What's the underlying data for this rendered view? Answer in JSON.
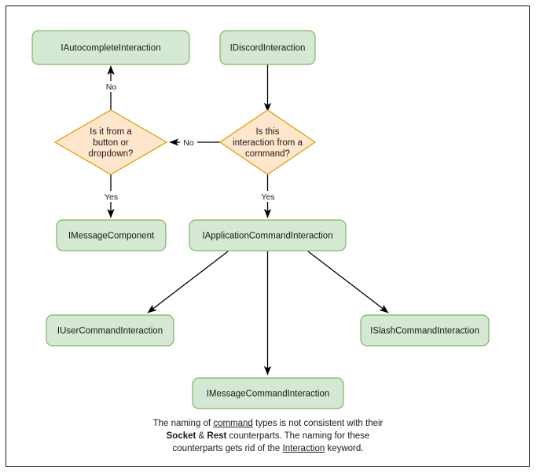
{
  "diagram": {
    "title": "Discord Interaction Type Hierarchy Flowchart",
    "colors": {
      "box_fill": "#d5e8d4",
      "box_stroke": "#82b366",
      "diamond_fill": "#ffe6cc",
      "diamond_stroke": "#d79b00",
      "edge": "#000000",
      "text": "#1a1a1a",
      "page_border": "#1a1a1a",
      "background": "#ffffff"
    },
    "nodes": {
      "autocomplete": {
        "label": "IAutocompleteInteraction"
      },
      "discord": {
        "label": "IDiscordInteraction"
      },
      "decision_button": {
        "line1": "Is it from a",
        "line2": "button or",
        "line3": "dropdown?"
      },
      "decision_command": {
        "line1": "Is this",
        "line2": "interaction from a",
        "line3": "command?"
      },
      "message_component": {
        "label": "IMessageComponent"
      },
      "application_command": {
        "label": "IApplicationCommandInteraction"
      },
      "user_command": {
        "label": "IUserCommandInteraction"
      },
      "slash_command": {
        "label": "ISlashCommandInteraction"
      },
      "message_command": {
        "label": "IMessageCommandInteraction"
      }
    },
    "edge_labels": {
      "command_no": "No",
      "command_yes": "Yes",
      "button_no": "No",
      "button_yes": "Yes"
    },
    "footnote": {
      "line1_a": "The naming of ",
      "line1_u": "command",
      "line1_b": " types is not consistent with their",
      "line2_b1": "Socket",
      "line2_amp": " & ",
      "line2_b2": "Rest",
      "line2_rest": " counterparts. The naming for these",
      "line3_a": "counterparts gets rid of the ",
      "line3_u": "Interaction",
      "line3_b": " keyword."
    }
  }
}
